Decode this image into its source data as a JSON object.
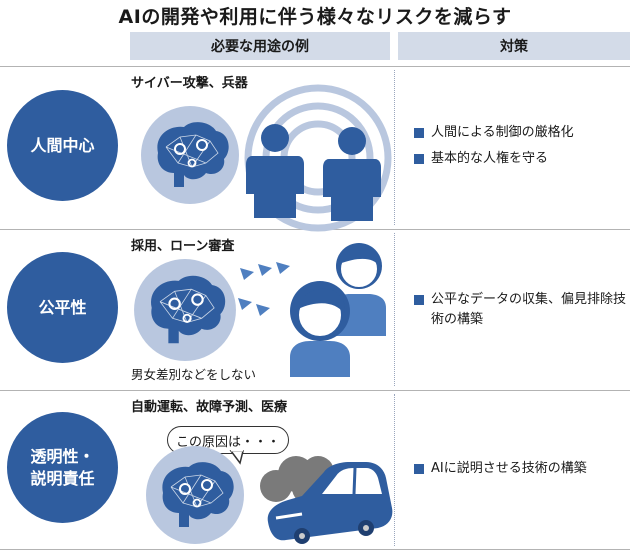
{
  "title": "AIの開発や利用に伴う様々なリスクを減らす",
  "headers": {
    "use": "必要な用途の例",
    "measure": "対策"
  },
  "rows": [
    {
      "label_lines": [
        "人間中心"
      ],
      "use_title": "サイバー攻撃、兵器",
      "measures": [
        "人間による制御の厳格化",
        "基本的な人権を守る"
      ]
    },
    {
      "label_lines": [
        "公平性"
      ],
      "use_title": "採用、ローン審査",
      "caption": "男女差別などをしない",
      "measures": [
        "公平なデータの収集、偏見排除技術の構築"
      ]
    },
    {
      "label_lines": [
        "透明性・",
        "説明責任"
      ],
      "use_title": "自動運転、故障予測、医療",
      "bubble": "この原因は・・・",
      "measures": [
        "AIに説明させる技術の構築"
      ]
    }
  ],
  "colors": {
    "accent": "#2f5d9f",
    "light": "#b9c7df",
    "header": "#d3dbe8"
  },
  "icons": [
    "brain-icon",
    "person-icon",
    "radar-rings-icon",
    "signal-arrows-icon",
    "crashed-car-icon",
    "smoke-icon",
    "speech-bubble-icon"
  ]
}
